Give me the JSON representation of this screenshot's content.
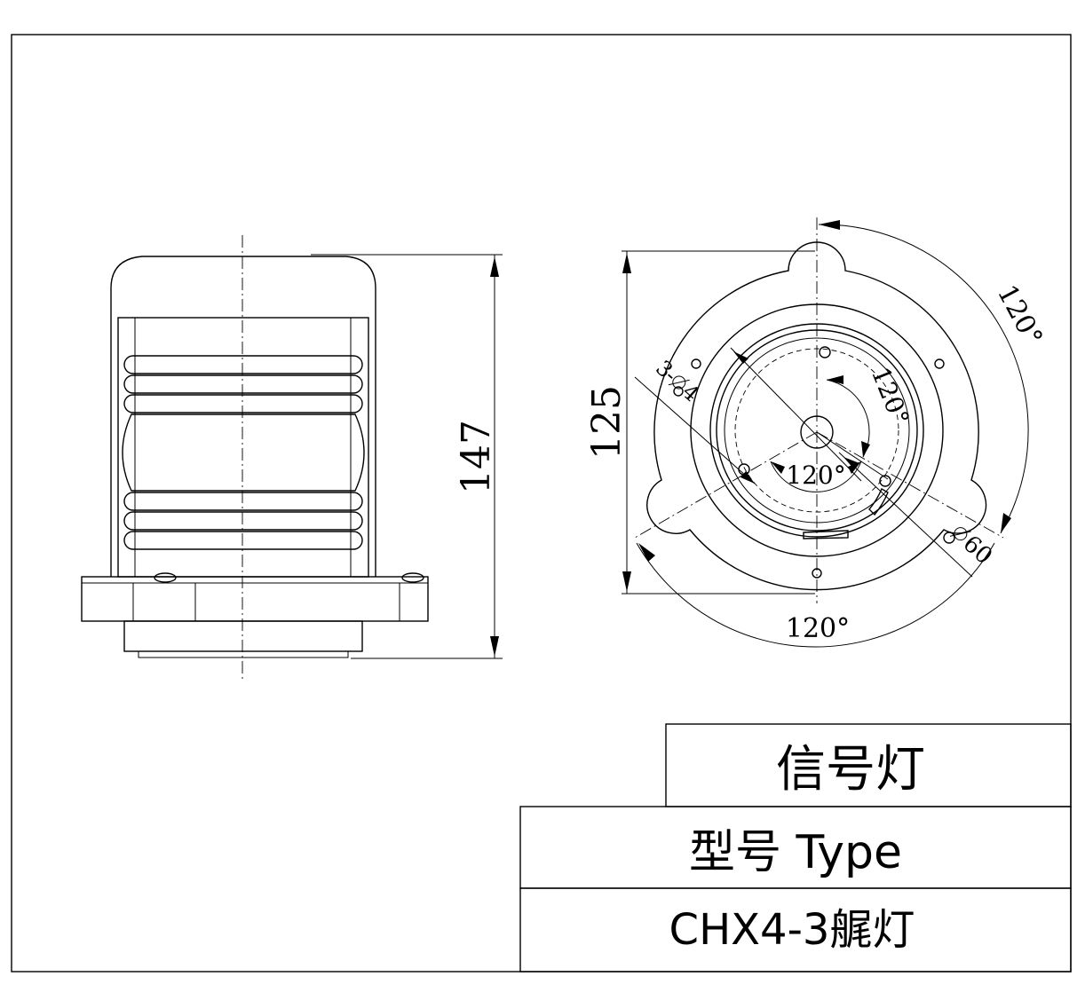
{
  "drawing": {
    "side_view": {
      "height_dimension": "147"
    },
    "top_view": {
      "diameter_dimension": "125",
      "outer_angle_top": "120°",
      "outer_angle_bottom": "120°",
      "inner_angle_right": "120°",
      "inner_angle_bottom": "120°",
      "hole_callout_count": "3",
      "hole_callout_diameter": "4",
      "bolt_circle_diameter": "60"
    }
  },
  "title_block": {
    "name": "信号灯",
    "type_label": "型号 Type",
    "model": "CHX4-3艉灯"
  }
}
